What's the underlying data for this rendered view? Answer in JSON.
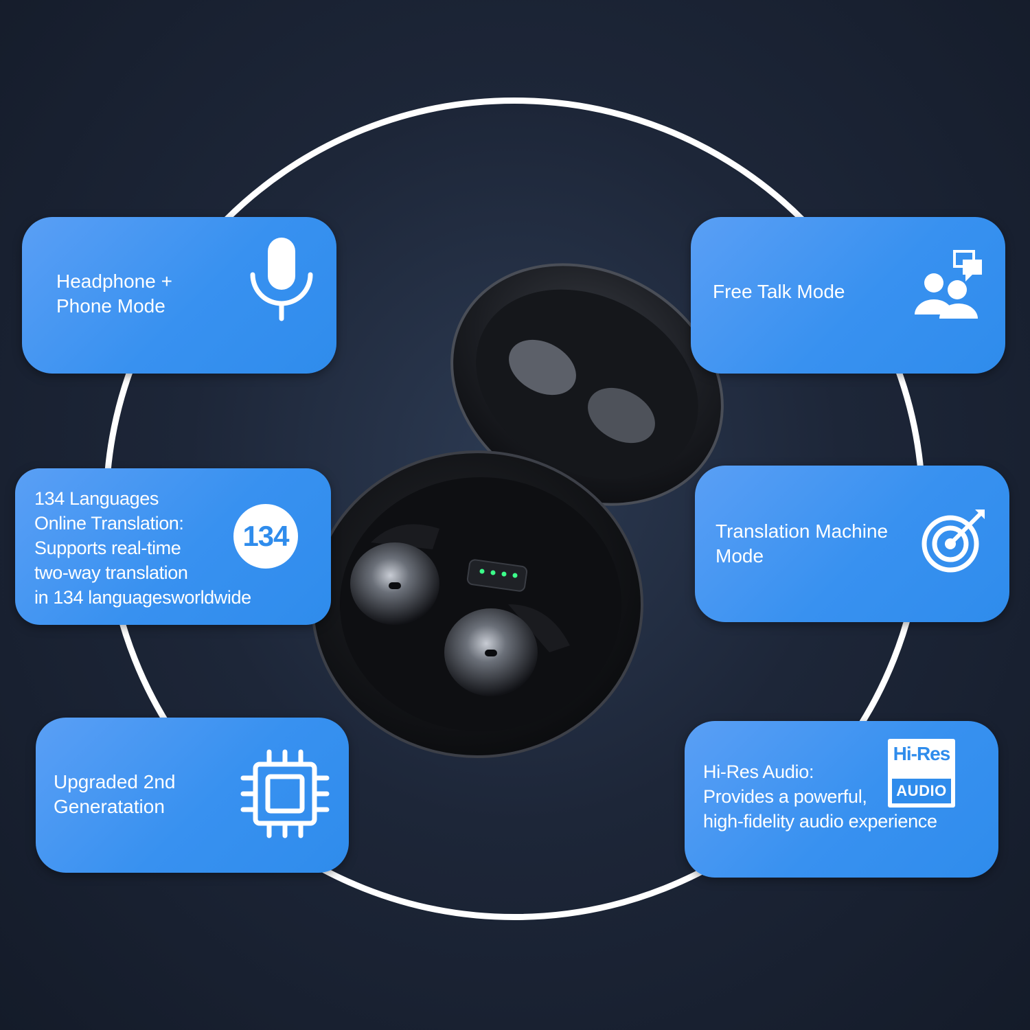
{
  "colors": {
    "background": "#1a2233",
    "card": "#3891f0",
    "ring": "#ffffff",
    "led": "#3cff8a"
  },
  "features": {
    "headphone_mode": {
      "text": "Headphone +\nPhone Mode",
      "icon": "microphone-icon"
    },
    "free_talk": {
      "text": "Free Talk Mode",
      "icon": "people-chat-icon"
    },
    "languages": {
      "text": "134 Languages\nOnline Translation:\n Supports real-time\n two-way translation\n in 134 languagesworldwide",
      "badge": "134"
    },
    "translation_machine": {
      "text": "Translation Machine\nMode",
      "icon": "target-icon"
    },
    "generation": {
      "text": "Upgraded 2nd\nGeneratation",
      "icon": "chip-icon"
    },
    "hires": {
      "text": "Hi-Res Audio:\nProvides a powerful,\nhigh-fidelity audio experience",
      "badge_top": "Hi-Res",
      "badge_bottom": "AUDIO"
    }
  },
  "product": {
    "name": "earbuds-charging-case",
    "led_count": 4
  }
}
